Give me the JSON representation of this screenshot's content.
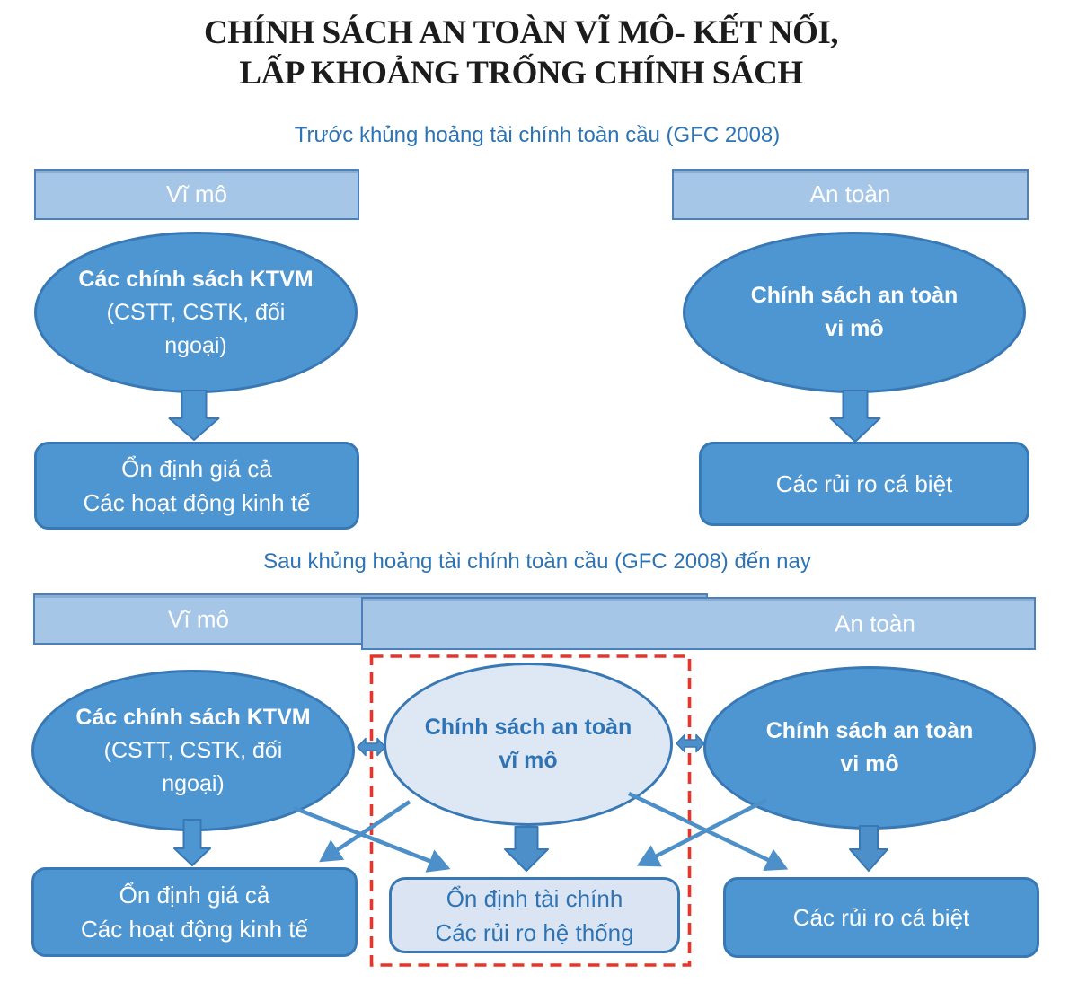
{
  "title": {
    "line1": "CHÍNH SÁCH AN TOÀN VĨ MÔ- KẾT NỐI,",
    "line2": "LẤP KHOẢNG TRỐNG CHÍNH SÁCH"
  },
  "colors": {
    "dark_shape_fill": "#4E96D1",
    "shape_border": "#3878B4",
    "header_bar_fill": "#A6C6E7",
    "header_bar_border": "#4C80BA",
    "light_shape_fill": "#DEE7F4",
    "blue_text": "#2E74B5",
    "arrow_blue": "#4D8FC9",
    "red_dashed_frame": "#E8352B"
  },
  "before": {
    "section_label": "Trước khủng hoảng tài chính toàn cầu (GFC 2008)",
    "macro_header": "Vĩ mô",
    "prudential_header": "An toàn",
    "macro_policy": {
      "line1": "Các chính sách KTVM",
      "line2": "(CSTT, CSTK, đối",
      "line3": "ngoại)"
    },
    "micro_prudential_policy": {
      "line1": "Chính sách an toàn",
      "line2": "vi mô"
    },
    "macro_outcome": {
      "line1": "Ổn định giá cả",
      "line2": "Các hoạt động kinh tế"
    },
    "micro_outcome": {
      "line1": "Các rủi ro cá biệt"
    }
  },
  "after": {
    "section_label": "Sau khủng hoảng tài chính toàn cầu (GFC 2008) đến nay",
    "macro_header": "Vĩ mô",
    "prudential_header": "An toàn",
    "macro_policy": {
      "line1": "Các chính sách KTVM",
      "line2": "(CSTT, CSTK, đối",
      "line3": "ngoại)"
    },
    "macro_prudential_policy": {
      "line1": "Chính sách an toàn",
      "line2": "vĩ mô"
    },
    "micro_prudential_policy": {
      "line1": "Chính sách an toàn",
      "line2": "vi mô"
    },
    "macro_outcome": {
      "line1": "Ổn định giá cả",
      "line2": "Các hoạt động kinh tế"
    },
    "macro_prudential_outcome": {
      "line1": "Ổn định tài chính",
      "line2": "Các rủi ro hệ thống"
    },
    "micro_outcome": {
      "line1": "Các rủi ro cá biệt"
    }
  }
}
